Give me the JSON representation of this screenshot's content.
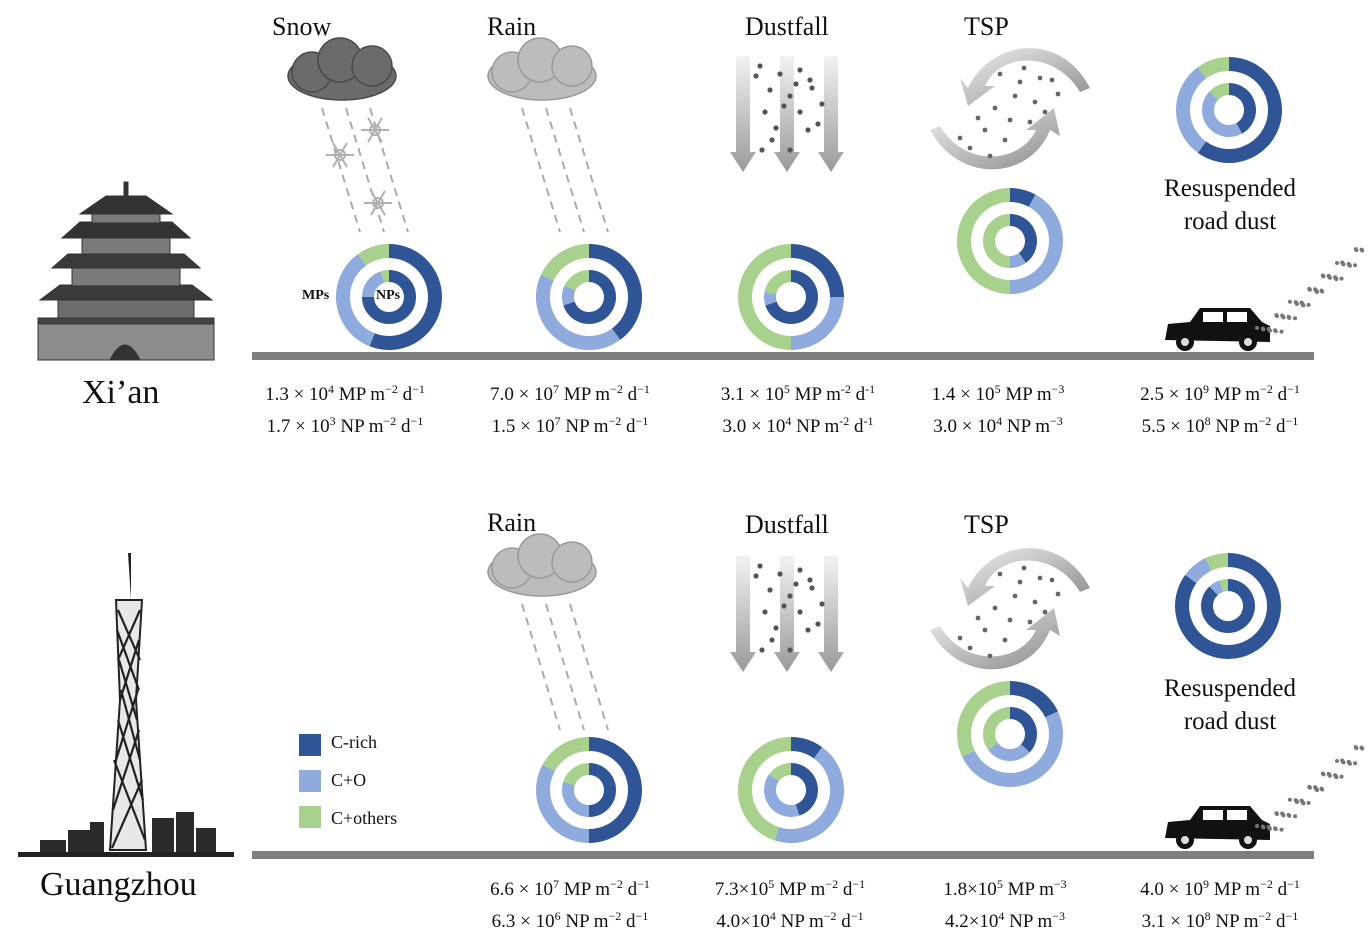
{
  "legend": {
    "items": [
      {
        "label": "C-rich",
        "color": "#2f5597"
      },
      {
        "label": "C+O",
        "color": "#8faadc"
      },
      {
        "label": "C+others",
        "color": "#a9d18e"
      }
    ]
  },
  "ring_labels": {
    "outer": "MPs",
    "inner": "NPs"
  },
  "xian": {
    "city": "Xi’an",
    "sources": [
      {
        "label": "Snow",
        "line1": "1.3 × 10",
        "exp1": "4",
        "unit1": " MP m",
        "ue1": "−2",
        "rest1": " d",
        "re1": "−1",
        "line2": "1.7 × 10",
        "exp2": "3",
        "unit2": " NP m",
        "ue2": "−2",
        "rest2": " d",
        "re2": "−1"
      },
      {
        "label": "Rain",
        "line1": "7.0 × 10",
        "exp1": "7",
        "unit1": " MP m",
        "ue1": "−2",
        "rest1": " d",
        "re1": "−1",
        "line2": "1.5 × 10",
        "exp2": "7",
        "unit2": " NP m",
        "ue2": "−2",
        "rest2": " d",
        "re2": "−1"
      },
      {
        "label": "Dustfall",
        "line1": "3.1 × 10",
        "exp1": "5",
        "unit1": " MP m",
        "ue1": "-2",
        "rest1": " d",
        "re1": "-1",
        "line2": "3.0 × 10",
        "exp2": "4",
        "unit2": " NP m",
        "ue2": "-2",
        "rest2": " d",
        "re2": "-1"
      },
      {
        "label": "TSP",
        "line1": "1.4 × 10",
        "exp1": "5",
        "unit1": " MP m",
        "ue1": "−3",
        "rest1": "",
        "re1": "",
        "line2": "3.0 × 10",
        "exp2": "4",
        "unit2": "  NP m",
        "ue2": "−3",
        "rest2": "",
        "re2": ""
      },
      {
        "label": "Resuspended road dust",
        "line1": "2.5 × 10",
        "exp1": "9",
        "unit1": " MP m",
        "ue1": "−2",
        "rest1": " d",
        "re1": "−1",
        "line2": "5.5 × 10",
        "exp2": "8",
        "unit2": " NP m",
        "ue2": "−2",
        "rest2": " d",
        "re2": "−1"
      }
    ]
  },
  "guangzhou": {
    "city": "Guangzhou",
    "sources": [
      {
        "label": "Rain",
        "line1": "6.6 × 10",
        "exp1": "7",
        "unit1": " MP m",
        "ue1": "−2",
        "rest1": " d",
        "re1": "−1",
        "line2": "6.3 × 10",
        "exp2": "6",
        "unit2": " NP m",
        "ue2": "−2",
        "rest2": " d",
        "re2": "−1"
      },
      {
        "label": "Dustfall",
        "line1": "7.3×10",
        "exp1": "5",
        "unit1": " MP m",
        "ue1": "−2",
        "rest1": " d",
        "re1": "−1",
        "line2": "4.0×10",
        "exp2": "4",
        "unit2": " NP m",
        "ue2": "−2",
        "rest2": " d",
        "re2": "−1"
      },
      {
        "label": "TSP",
        "line1": "1.8×10",
        "exp1": "5",
        "unit1": " MP m",
        "ue1": "−3",
        "rest1": "",
        "re1": "",
        "line2": "4.2×10",
        "exp2": "4",
        "unit2": " NP m",
        "ue2": "−3",
        "rest2": "",
        "re2": ""
      },
      {
        "label": "Resuspended road dust",
        "line1": "4.0 × 10",
        "exp1": "9",
        "unit1": " MP m",
        "ue1": "−2",
        "rest1": " d",
        "re1": "−1",
        "line2": "3.1 × 10",
        "exp2": "8",
        "unit2": " NP m",
        "ue2": "−2",
        "rest2": " d",
        "re2": "−1"
      }
    ]
  },
  "donuts": {
    "xian": [
      {
        "outer": [
          0.56,
          0.34,
          0.1
        ],
        "inner": [
          0.75,
          0.2,
          0.05
        ]
      },
      {
        "outer": [
          0.4,
          0.42,
          0.18
        ],
        "inner": [
          0.7,
          0.12,
          0.18
        ]
      },
      {
        "outer": [
          0.25,
          0.25,
          0.5
        ],
        "inner": [
          0.7,
          0.08,
          0.22
        ]
      },
      {
        "outer": [
          0.08,
          0.42,
          0.5
        ],
        "inner": [
          0.4,
          0.1,
          0.5
        ]
      },
      {
        "outer": [
          0.6,
          0.3,
          0.1
        ],
        "inner": [
          0.42,
          0.45,
          0.13
        ]
      }
    ],
    "guangzhou": [
      {
        "outer": [
          0.5,
          0.33,
          0.17
        ],
        "inner": [
          0.5,
          0.3,
          0.2
        ]
      },
      {
        "outer": [
          0.1,
          0.45,
          0.45
        ],
        "inner": [
          0.45,
          0.4,
          0.15
        ]
      },
      {
        "outer": [
          0.18,
          0.5,
          0.32
        ],
        "inner": [
          0.37,
          0.28,
          0.35
        ]
      },
      {
        "outer": [
          0.85,
          0.08,
          0.07
        ],
        "inner": [
          0.88,
          0.07,
          0.05
        ]
      }
    ]
  }
}
